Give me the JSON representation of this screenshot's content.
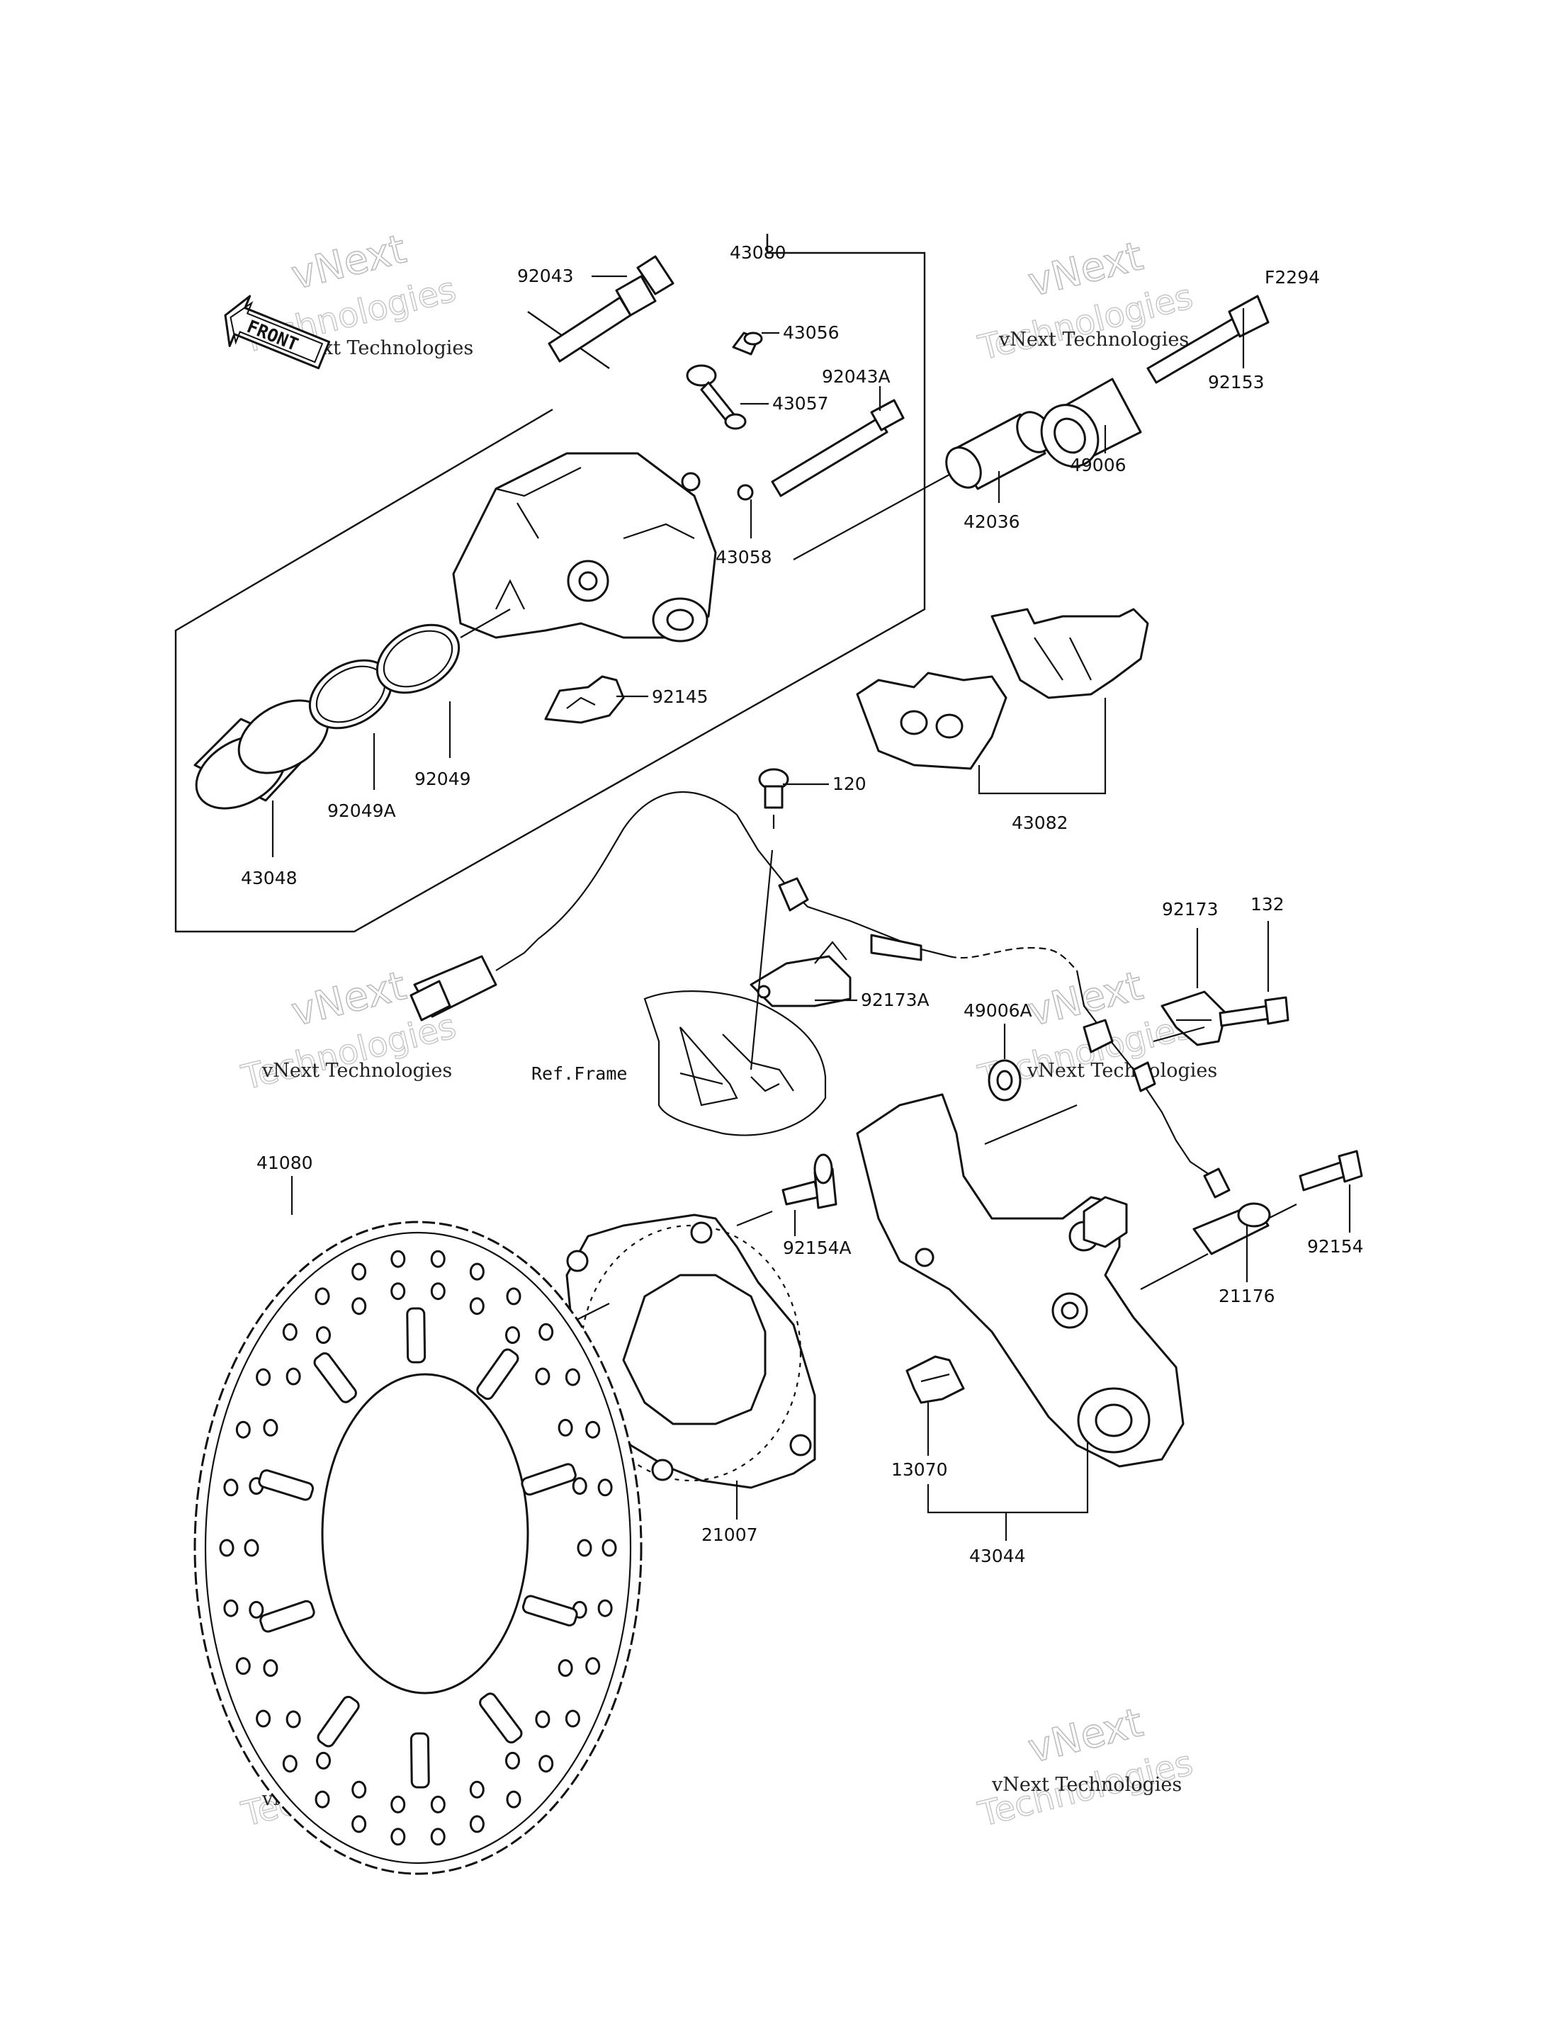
{
  "figure_code": "F2294",
  "front_label": "FRONT",
  "ref_frame_label": "Ref.Frame",
  "watermark": {
    "line1": "vNext Technologies",
    "line2": "vNext",
    "line3": "Technologies"
  },
  "part_labels": [
    {
      "id": "43080",
      "text": "43080"
    },
    {
      "id": "92043",
      "text": "92043"
    },
    {
      "id": "43056",
      "text": "43056"
    },
    {
      "id": "92043A",
      "text": "92043A"
    },
    {
      "id": "43057",
      "text": "43057"
    },
    {
      "id": "43058",
      "text": "43058"
    },
    {
      "id": "42036",
      "text": "42036"
    },
    {
      "id": "49006",
      "text": "49006"
    },
    {
      "id": "92153",
      "text": "92153"
    },
    {
      "id": "92145",
      "text": "92145"
    },
    {
      "id": "92049",
      "text": "92049"
    },
    {
      "id": "92049A",
      "text": "92049A"
    },
    {
      "id": "43048",
      "text": "43048"
    },
    {
      "id": "120",
      "text": "120"
    },
    {
      "id": "43082",
      "text": "43082"
    },
    {
      "id": "92173",
      "text": "92173"
    },
    {
      "id": "132",
      "text": "132"
    },
    {
      "id": "92173A",
      "text": "92173A"
    },
    {
      "id": "49006A",
      "text": "49006A"
    },
    {
      "id": "41080",
      "text": "41080"
    },
    {
      "id": "92154A",
      "text": "92154A"
    },
    {
      "id": "92154",
      "text": "92154"
    },
    {
      "id": "21176",
      "text": "21176"
    },
    {
      "id": "13070",
      "text": "13070"
    },
    {
      "id": "21007",
      "text": "21007"
    },
    {
      "id": "43044",
      "text": "43044"
    }
  ]
}
